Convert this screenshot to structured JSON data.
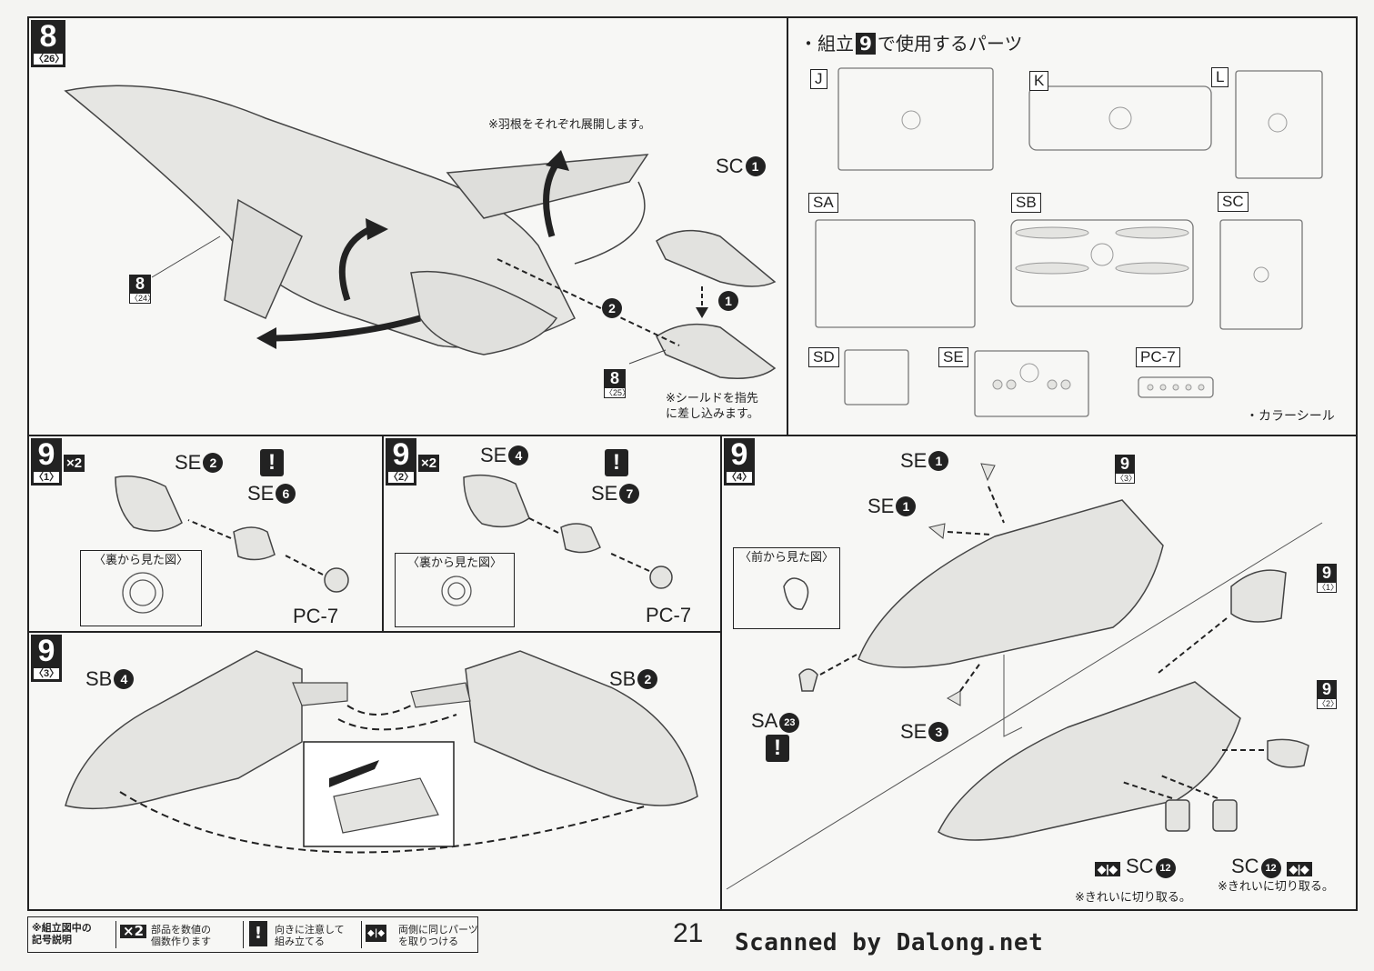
{
  "step8": {
    "number": "8",
    "sub": "〈26〉",
    "note_wings": "※羽根をそれぞれ展開します。",
    "part_sc1": "SC",
    "part_sc1_num": "1",
    "arrow1": "1",
    "arrow2": "2",
    "ref_body": {
      "n": "8",
      "s": "〈24〉"
    },
    "ref_shield": {
      "n": "8",
      "s": "〈25〉"
    },
    "note_shield": "※シールドを指先\nに差し込みます。"
  },
  "parts": {
    "heading_pre": "・組立",
    "heading_step": "9",
    "heading_post": "で使用するパーツ",
    "runners": [
      "J",
      "K",
      "L",
      "SA",
      "SB",
      "SC",
      "SD",
      "SE",
      "PC-7"
    ],
    "color_sticker": "・カラーシール"
  },
  "step9_1": {
    "number": "9",
    "sub": "〈1〉",
    "multiplier": "×2",
    "part_a": "SE",
    "part_a_num": "2",
    "part_b": "SE",
    "part_b_num": "6",
    "part_c": "PC-7",
    "inset_title": "〈裏から見た図〉",
    "warn": "!"
  },
  "step9_2": {
    "number": "9",
    "sub": "〈2〉",
    "multiplier": "×2",
    "part_a": "SE",
    "part_a_num": "4",
    "part_b": "SE",
    "part_b_num": "7",
    "part_c": "PC-7",
    "inset_title": "〈裏から見た図〉",
    "warn": "!"
  },
  "step9_3": {
    "number": "9",
    "sub": "〈3〉",
    "part_left": "SB",
    "part_left_num": "4",
    "part_right": "SB",
    "part_right_num": "2"
  },
  "step9_4": {
    "number": "9",
    "sub": "〈4〉",
    "part_se1a": "SE",
    "part_se1a_num": "1",
    "part_se1b": "SE",
    "part_se1b_num": "1",
    "part_se3": "SE",
    "part_se3_num": "3",
    "part_sa": "SA",
    "part_sa_num": "23",
    "inset_title": "〈前から見た図〉",
    "ref_a": {
      "n": "9",
      "s": "〈3〉"
    },
    "ref_b": {
      "n": "9",
      "s": "〈1〉"
    },
    "ref_c": {
      "n": "9",
      "s": "〈2〉"
    },
    "part_sc12a": "SC",
    "part_sc12a_num": "12",
    "part_sc12b": "SC",
    "part_sc12b_num": "12",
    "note_cut_a": "※きれいに切り取る。",
    "note_cut_b": "※きれいに切り取る。",
    "warn": "!"
  },
  "legend": {
    "title": "※組立図中の\n記号説明",
    "item1_sym": "×2",
    "item1_text": "部品を数値の\n個数作ります",
    "item2_sym": "!",
    "item2_text": "向きに注意して\n組み立てる",
    "item3_sym": "◆|◆",
    "item3_text": "両側に同じパーツ\nを取りつける"
  },
  "footer": {
    "page_number": "21",
    "scan_credit": "Scanned by Dalong.net"
  }
}
